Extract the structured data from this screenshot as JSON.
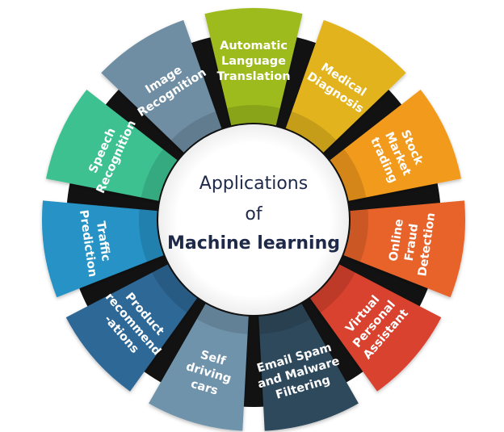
{
  "center": {
    "line1": "Applications",
    "line2": "of",
    "line3": "Machine learning"
  },
  "segments": [
    {
      "id": "automatic-language-translation",
      "lines": [
        "Automatic",
        "Language",
        "Translation"
      ],
      "color": "#9dbb1f"
    },
    {
      "id": "medical-diagnosis",
      "lines": [
        "Medical",
        "Diagnosis"
      ],
      "color": "#e2b31a"
    },
    {
      "id": "stock-market-trading",
      "lines": [
        "Stock",
        "Market",
        "trading"
      ],
      "color": "#f29a1d"
    },
    {
      "id": "online-fraud-detection",
      "lines": [
        "Online",
        "Fraud",
        "Detection"
      ],
      "color": "#e8632c"
    },
    {
      "id": "virtual-personal-assistant",
      "lines": [
        "Virtual",
        "Personal",
        "Assistant"
      ],
      "color": "#d9432d"
    },
    {
      "id": "email-spam-and-malware-filtering",
      "lines": [
        "Email Spam",
        "and Malware",
        "Filtering"
      ],
      "color": "#2f4a5c"
    },
    {
      "id": "self-driving-cars",
      "lines": [
        "Self",
        "driving",
        "cars"
      ],
      "color": "#6f93ac"
    },
    {
      "id": "product-recommendations",
      "lines": [
        "Product",
        "recommend",
        "-ations"
      ],
      "color": "#2f6796"
    },
    {
      "id": "traffic-prediction",
      "lines": [
        "Traffic",
        "Prediction"
      ],
      "color": "#2592c5"
    },
    {
      "id": "speech-recognition",
      "lines": [
        "Speech",
        "Recognition"
      ],
      "color": "#3cc191"
    },
    {
      "id": "image-recognition",
      "lines": [
        "Image",
        "Recognition"
      ],
      "color": "#6f8ea3"
    }
  ]
}
